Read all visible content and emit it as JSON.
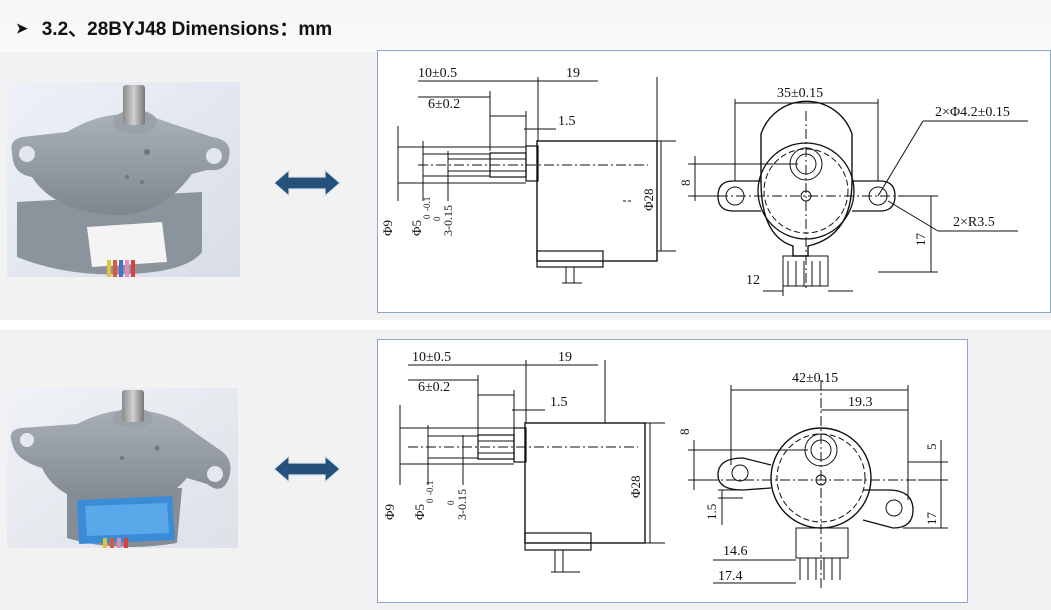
{
  "page": {
    "title": "3.2、28BYJ48 Dimensions：mm",
    "bullet_icon": "arrowhead-bullet-icon",
    "arrow_icon": "double-arrow-icon",
    "arrow_color": "#25507a"
  },
  "top_drawing": {
    "side_view": {
      "dim_a": "10±0.5",
      "dim_b": "19",
      "dim_c": "6±0.2",
      "dim_d": "1.5",
      "dim_shaft": "Φ5",
      "dim_shaft_tol": "0",
      "dim_shaft_tol2": "-0.1",
      "dim_flat_top": "0",
      "dim_flat": "3-0.15",
      "dim_boss": "Φ9",
      "dim_body": "Φ28"
    },
    "front_view": {
      "dim_width": "35±0.15",
      "dim_holes": "2×Φ4.2±0.15",
      "dim_radius": "2×R3.5",
      "dim_offset": "8",
      "dim_height": "17",
      "dim_connector": "12"
    }
  },
  "bottom_drawing": {
    "side_view": {
      "dim_a": "10±0.5",
      "dim_b": "19",
      "dim_c": "6±0.2",
      "dim_d": "1.5",
      "dim_shaft": "Φ5",
      "dim_shaft_tol": "0",
      "dim_shaft_tol2": "-0.1",
      "dim_flat_top": "0",
      "dim_flat": "3-0.15",
      "dim_boss": "Φ9",
      "dim_body": "Φ28"
    },
    "front_view": {
      "dim_width": "42±0.15",
      "dim_half": "19.3",
      "dim_offset": "8",
      "dim_five": "5",
      "dim_height": "17",
      "dim_small": "1.5",
      "dim_146": "14.6",
      "dim_174": "17.4"
    }
  }
}
